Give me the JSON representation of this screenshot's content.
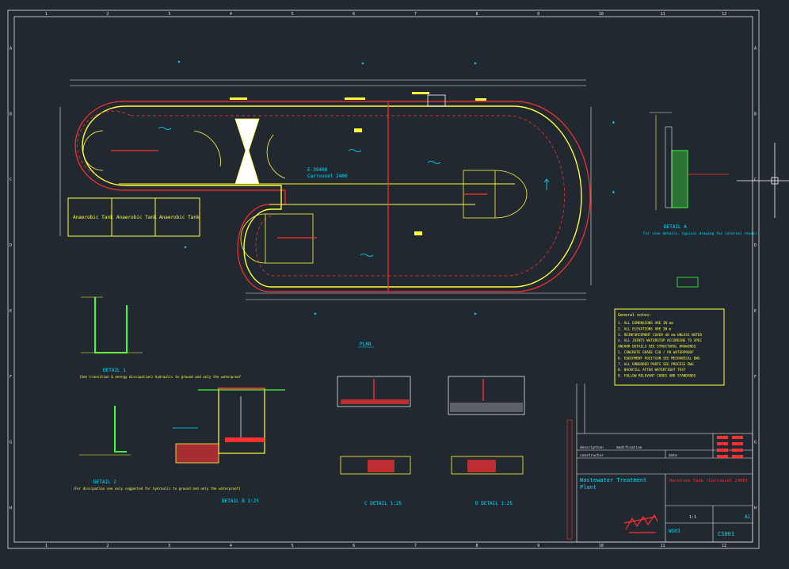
{
  "title_block": {
    "project": "Wastewater Treatment",
    "project_line2": "Plant",
    "drawing_title": "Aeration Tank (Carrousel 2400)",
    "sheet_no": "CS001",
    "drawing_no": "WS03",
    "size": "A1",
    "scale": "1:1",
    "col_description": "description",
    "col_modification": "modification",
    "row_constructor": "constructor",
    "row_date": "date"
  },
  "labels": {
    "plan": "PLAN",
    "carrousel_type": "E-39408",
    "carrousel_name": "Carrousel 2400",
    "tank_1": "Anaerobic Tank",
    "tank_2": "Anaerobic Tank",
    "tank_3": "Anaerobic Tank",
    "detail_a": "DETAIL A",
    "detail_a_note": "For (see details, typical drawing for internal reuse)",
    "detail_1": "DETAIL 1",
    "detail_1_note": "(See transition & energy dissipation) hydraulic to ground and only the waterproof",
    "detail_2": "DETAIL 2",
    "detail_2_note": "(For dissipation see only suggested for hydraulic to ground and only the waterproof)",
    "detail_b": "DETAIL B 1:25",
    "detail_c": "C DETAIL 1:25",
    "detail_d": "D DETAIL 1:25"
  },
  "notes": {
    "heading": "General notes:",
    "items": [
      "1. ALL DIMENSIONS ARE IN mm",
      "2. ALL ELEVATIONS ARE IN m",
      "3. REINFORCEMENT COVER 40 mm UNLESS NOTED",
      "4. ALL JOINTS WATERSTOP ACCORDING TO SPEC",
      "   ANCHOR DETAILS SEE STRUCTURAL DRAWINGS",
      "5. CONCRETE GRADE C30 / P8 WATERPROOF",
      "6. EQUIPMENT POSITION SEE MECHANICAL DWG",
      "7. ALL EMBEDDED PARTS SEE PROCESS DWG",
      "8. BACKFILL AFTER WATERTIGHT TEST",
      "9. FOLLOW RELEVANT CODES AND STANDARDS"
    ]
  },
  "colors": {
    "background": "#212830",
    "frame": "#e8e8e8",
    "structure_yellow": "#ffff3c",
    "wall_red": "#ff3030",
    "annotation_cyan": "#00e0ff",
    "accent_green": "#3cff3c"
  },
  "grid": {
    "columns": [
      "1",
      "2",
      "3",
      "4",
      "5",
      "6",
      "7",
      "8",
      "9",
      "10",
      "11",
      "12"
    ],
    "rows": [
      "A",
      "B",
      "C",
      "D",
      "E",
      "F",
      "G",
      "H"
    ]
  }
}
